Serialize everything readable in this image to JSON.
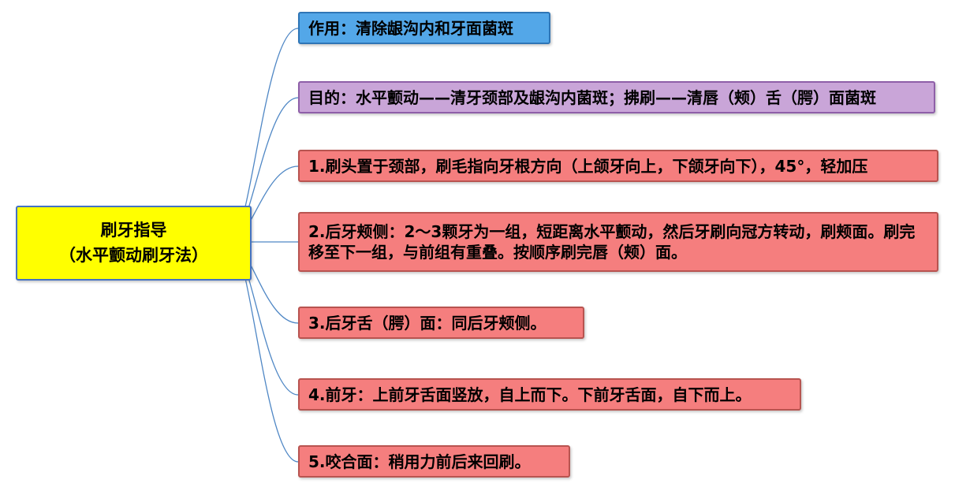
{
  "root": {
    "label_line1": "刷牙指导",
    "label_line2": "（水平颤动刷牙法）",
    "fill": "#FFFF00",
    "border_color": "#4472C4",
    "text_color": "#000000"
  },
  "branches": [
    {
      "label": "作用：清除龈沟内和牙面菌斑",
      "fill": "#53A7E8",
      "border_color": "#2E75B6"
    },
    {
      "label": "目的：水平颤动——清牙颈部及龈沟内菌斑；拂刷——清唇（颊）舌（腭）面菌斑",
      "fill": "#C9A5D8",
      "border_color": "#8E5FA8"
    },
    {
      "label": "1.刷头置于颈部，刷毛指向牙根方向（上颌牙向上，下颌牙向下），45°，轻加压",
      "fill": "#F57E7E",
      "border_color": "#B85450"
    },
    {
      "label": "2.后牙颊侧：2～3颗牙为一组，短距离水平颤动，然后牙刷向冠方转动，刷颊面。刷完移至下一组，与前组有重叠。按顺序刷完唇（颊）面。",
      "fill": "#F57E7E",
      "border_color": "#B85450"
    },
    {
      "label": "3.后牙舌（腭）面：同后牙颊侧。",
      "fill": "#F57E7E",
      "border_color": "#B85450"
    },
    {
      "label": "4.前牙：上前牙舌面竖放，自上而下。下前牙舌面，自下而上。",
      "fill": "#F57E7E",
      "border_color": "#B85450"
    },
    {
      "label": "5.咬合面：稍用力前后来回刷。",
      "fill": "#F57E7E",
      "border_color": "#B85450"
    }
  ],
  "connector_color": "#4F87C5",
  "background": "#FFFFFF"
}
